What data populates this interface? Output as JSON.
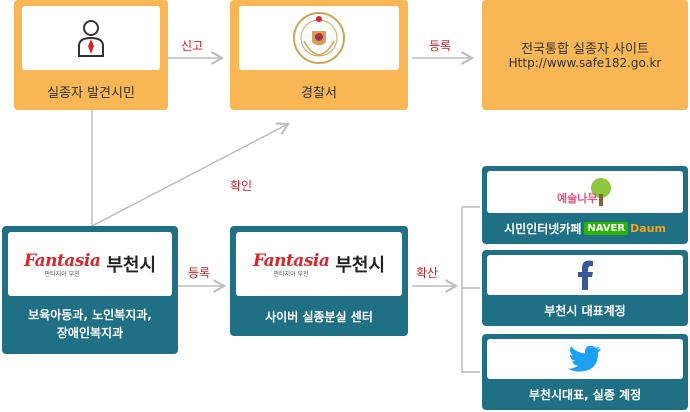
{
  "nodes": {
    "citizen_label": "실종자 발견시민",
    "police_label": "경찰서",
    "national_site": "전국통합 실종자 사이트",
    "national_url": "Http://www.safe182.go.kr",
    "welfare_label_1": "보육아동과, 노인복지과,",
    "welfare_label_2": "장애인복지과",
    "cyber_label": "사이버 실종분실 센터",
    "cafe_label": "시민인터넷카페",
    "cafe_naver": "NAVER",
    "cafe_daum": "Daum",
    "facebook_label": "부천시 대표계정",
    "twitter_label": "부천시대표, 실종 계정"
  },
  "logos": {
    "fantasia": "Fantasia",
    "fantasia_sub": "판타지아 부천",
    "city_name": "부천시",
    "tree_text": "예술나무"
  },
  "edges": {
    "report": "신고",
    "register_1": "등록",
    "confirm": "확인",
    "register_2": "등록",
    "spread": "확산"
  },
  "colors": {
    "orange": "#f8b655",
    "teal": "#1f6f85",
    "edge_label": "#c8242a",
    "arrow": "#bcbcbc"
  }
}
